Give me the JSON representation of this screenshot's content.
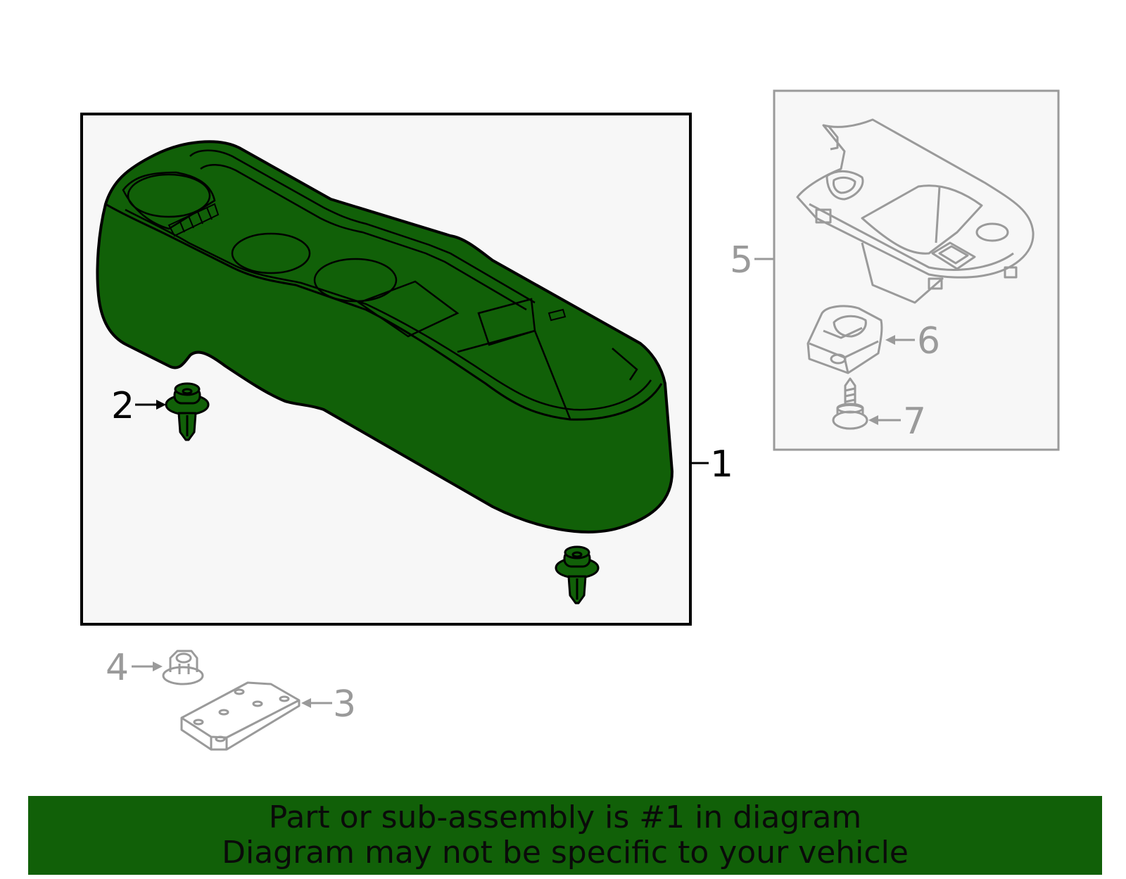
{
  "callouts": {
    "part1": "1",
    "part2": "2",
    "part3": "3",
    "part4": "4",
    "part5": "5",
    "part6": "6",
    "part7": "7"
  },
  "banner": {
    "line1": "Part or sub-assembly is #1 in diagram",
    "line2": "Diagram may not be specific to your vehicle"
  },
  "colors": {
    "highlight": "#116008",
    "muted": "#9a9a9a",
    "frame_background": "#f7f7f7"
  }
}
